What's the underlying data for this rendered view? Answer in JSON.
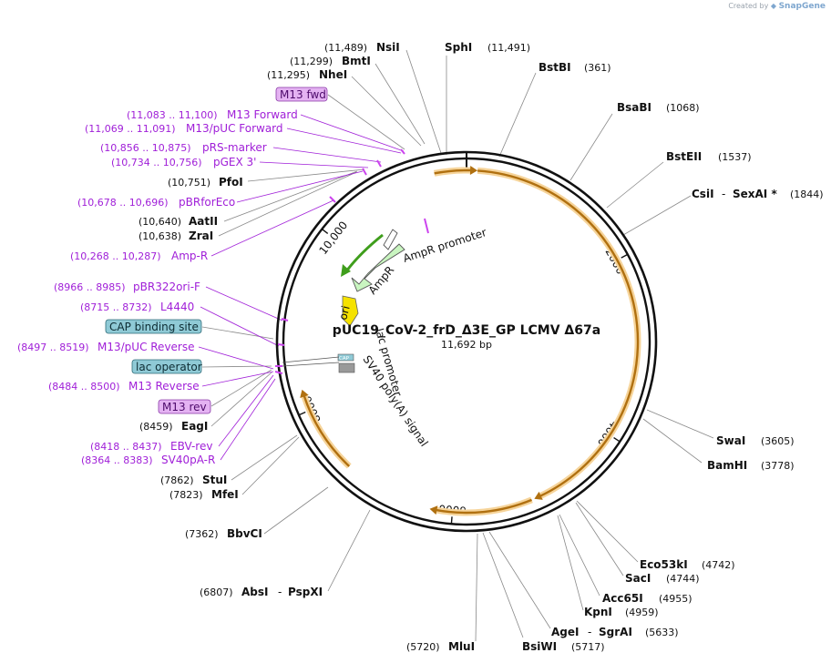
{
  "credit": {
    "prefix": "Created by",
    "logo_icon": "snapgene-logo-icon",
    "brand": "SnapGene"
  },
  "plasmid": {
    "name": "pUC19_CoV-2_frD_Δ3E_GP LCMV Δ67a",
    "length_label": "11,692 bp",
    "length": 11692
  },
  "ticks": [
    {
      "pos": 2000,
      "label": "2000"
    },
    {
      "pos": 4000,
      "label": "4000"
    },
    {
      "pos": 6000,
      "label": "6000"
    },
    {
      "pos": 8000,
      "label": "8000"
    },
    {
      "pos": 10000,
      "label": "10,000"
    }
  ],
  "colors": {
    "backbone": "#111111",
    "feature_label": "#a01fd8",
    "primer": "#cc44ee",
    "orf": "#e8a636",
    "orf_dark": "#b07010",
    "ampr": "#c9f5c0",
    "ampr_promoter": "#ffffff",
    "ori": "#f5e200",
    "lac": "#8fcad6",
    "polya": "#999999",
    "m13_tag": "#e4b2f2"
  },
  "inner_labels": [
    {
      "id": "ampr-promoter",
      "text": "AmpR promoter"
    },
    {
      "id": "ampr",
      "text": "AmpR"
    },
    {
      "id": "ori",
      "text": "ori"
    },
    {
      "id": "lac-promoter",
      "text": "lac promoter"
    },
    {
      "id": "sv40",
      "text": "SV40 poly(A) signal"
    },
    {
      "id": "cap",
      "text": "CAP"
    }
  ],
  "right_labels": [
    {
      "id": "sphi",
      "name": "SphI",
      "pos": "(11,491)"
    },
    {
      "id": "bstbi",
      "name": "BstBI",
      "pos": "(361)"
    },
    {
      "id": "bsabi",
      "name": "BsaBI",
      "pos": "(1068)"
    },
    {
      "id": "bsteii",
      "name": "BstEII",
      "pos": "(1537)"
    },
    {
      "id": "csii",
      "name": "CsiI",
      "name2": "SexAI *",
      "pos": "(1844)"
    },
    {
      "id": "swai",
      "name": "SwaI",
      "pos": "(3605)"
    },
    {
      "id": "bamhi",
      "name": "BamHI",
      "pos": "(3778)"
    },
    {
      "id": "eco53ki",
      "name": "Eco53kI",
      "pos": "(4742)"
    },
    {
      "id": "saci",
      "name": "SacI",
      "pos": "(4744)"
    },
    {
      "id": "acc65i",
      "name": "Acc65I",
      "pos": "(4955)"
    },
    {
      "id": "kpni",
      "name": "KpnI",
      "pos": "(4959)"
    },
    {
      "id": "agei",
      "name": "AgeI",
      "name2": "SgrAI",
      "pos": "(5633)"
    },
    {
      "id": "bsiwi",
      "name": "BsiWI",
      "pos": "(5717)"
    }
  ],
  "left_labels": [
    {
      "id": "nsii",
      "kind": "enzyme",
      "name": "NsiI",
      "pos": "(11,489)"
    },
    {
      "id": "bmti",
      "kind": "enzyme",
      "name": "BmtI",
      "pos": "(11,299)"
    },
    {
      "id": "nhei",
      "kind": "enzyme",
      "name": "NheI",
      "pos": "(11,295)"
    },
    {
      "id": "m13fwd",
      "kind": "tag-m13",
      "name": "M13 fwd"
    },
    {
      "id": "m13forward",
      "kind": "feature",
      "name": "M13 Forward",
      "pos": "(11,083 .. 11,100)"
    },
    {
      "id": "m13pucfwd",
      "kind": "feature",
      "name": "M13/pUC Forward",
      "pos": "(11,069 .. 11,091)"
    },
    {
      "id": "prsmarker",
      "kind": "feature",
      "name": "pRS-marker",
      "pos": "(10,856 .. 10,875)"
    },
    {
      "id": "pgex3",
      "kind": "feature",
      "name": "pGEX 3'",
      "pos": "(10,734 .. 10,756)"
    },
    {
      "id": "pfoi",
      "kind": "enzyme",
      "name": "PfoI",
      "pos": "(10,751)"
    },
    {
      "id": "pbrforeco",
      "kind": "feature",
      "name": "pBRforEco",
      "pos": "(10,678 .. 10,696)"
    },
    {
      "id": "aatii",
      "kind": "enzyme",
      "name": "AatII",
      "pos": "(10,640)"
    },
    {
      "id": "zrai",
      "kind": "enzyme",
      "name": "ZraI",
      "pos": "(10,638)"
    },
    {
      "id": "ampr-primer",
      "kind": "feature",
      "name": "Amp-R",
      "pos": "(10,268 .. 10,287)"
    },
    {
      "id": "pbr322orif",
      "kind": "feature",
      "name": "pBR322ori-F",
      "pos": "(8966 .. 8985)"
    },
    {
      "id": "l4440",
      "kind": "feature",
      "name": "L4440",
      "pos": "(8715 .. 8732)"
    },
    {
      "id": "capsite",
      "kind": "tag-lac",
      "name": "CAP binding site"
    },
    {
      "id": "m13pucrev",
      "kind": "feature",
      "name": "M13/pUC Reverse",
      "pos": "(8497 .. 8519)"
    },
    {
      "id": "lacop",
      "kind": "tag-lac",
      "name": "lac operator"
    },
    {
      "id": "m13reverse",
      "kind": "feature",
      "name": "M13 Reverse",
      "pos": "(8484 .. 8500)"
    },
    {
      "id": "m13rev",
      "kind": "tag-m13",
      "name": "M13 rev"
    },
    {
      "id": "eagi",
      "kind": "enzyme",
      "name": "EagI",
      "pos": "(8459)"
    },
    {
      "id": "ebvrev",
      "kind": "feature",
      "name": "EBV-rev",
      "pos": "(8418 .. 8437)"
    },
    {
      "id": "sv40par",
      "kind": "feature",
      "name": "SV40pA-R",
      "pos": "(8364 .. 8383)"
    },
    {
      "id": "stui",
      "kind": "enzyme",
      "name": "StuI",
      "pos": "(7862)"
    },
    {
      "id": "mfei",
      "kind": "enzyme",
      "name": "MfeI",
      "pos": "(7823)"
    },
    {
      "id": "bbvci",
      "kind": "enzyme",
      "name": "BbvCI",
      "pos": "(7362)"
    },
    {
      "id": "absi",
      "kind": "enzyme",
      "name": "AbsI",
      "name2": "PspXI",
      "pos": "(6807)"
    },
    {
      "id": "mlui",
      "kind": "enzyme",
      "name": "MluI",
      "pos": "(5720)"
    }
  ]
}
